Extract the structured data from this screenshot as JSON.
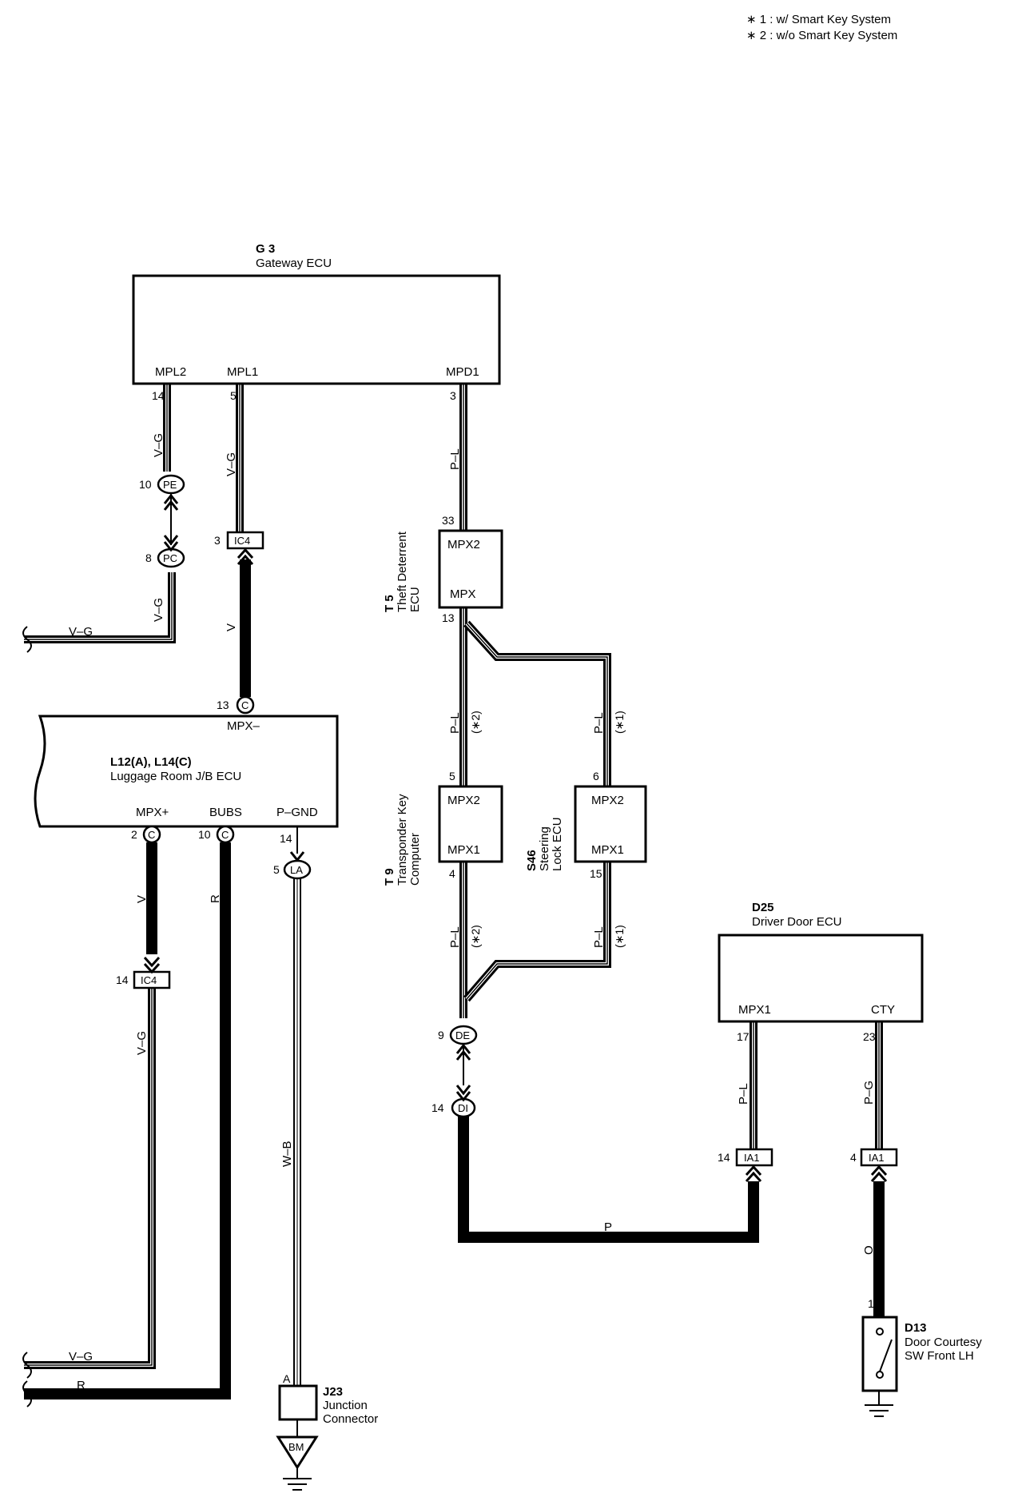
{
  "notes": [
    "∗ 1 : w/ Smart Key System",
    "∗ 2 : w/o Smart Key System"
  ],
  "components": {
    "g3": {
      "code": "G 3",
      "name": "Gateway ECU",
      "terminals": {
        "mpl2": "MPL2",
        "mpl1": "MPL1",
        "mpd1": "MPD1"
      }
    },
    "t5": {
      "code": "T 5",
      "name1": "Theft Deterrent",
      "name2": "ECU",
      "terminals": {
        "mpx2": "MPX2",
        "mpx": "MPX"
      }
    },
    "l12": {
      "code": "L12(A), L14(C)",
      "name": "Luggage Room J/B ECU",
      "terminals": {
        "mpxminus": "MPX–",
        "mpxplus": "MPX+",
        "bubs": "BUBS",
        "pgnd": "P–GND"
      }
    },
    "t9": {
      "code": "T 9",
      "name1": "Transponder Key",
      "name2": "Computer",
      "terminals": {
        "mpx2": "MPX2",
        "mpx1": "MPX1"
      }
    },
    "s46": {
      "code": "S46",
      "name1": "Steering",
      "name2": "Lock ECU",
      "terminals": {
        "mpx2": "MPX2",
        "mpx1": "MPX1"
      }
    },
    "d25": {
      "code": "D25",
      "name": "Driver Door ECU",
      "terminals": {
        "mpx1": "MPX1",
        "cty": "CTY"
      }
    },
    "j23": {
      "code": "J23",
      "name1": "Junction",
      "name2": "Connector",
      "pin": "A"
    },
    "d13": {
      "code": "D13",
      "name1": "Door Courtesy",
      "name2": "SW Front LH",
      "pin": "1"
    }
  },
  "connectors": {
    "pe": "PE",
    "pc": "PC",
    "ic4": "IC4",
    "c": "C",
    "la": "LA",
    "de": "DE",
    "di": "DI",
    "ia1": "IA1",
    "bm": "BM"
  },
  "pins": {
    "p14": "14",
    "p5": "5",
    "p3": "3",
    "p10": "10",
    "p8": "8",
    "p33": "33",
    "p13": "13",
    "p2": "2",
    "p6": "6",
    "p4": "4",
    "p15": "15",
    "p9": "9",
    "p17": "17",
    "p23": "23",
    "p1": "1"
  },
  "wires": {
    "vg": "V–G",
    "v": "V",
    "pl": "P–L",
    "r": "R",
    "wb": "W–B",
    "p": "P",
    "pg": "P–G",
    "o": "O",
    "s1": "(∗1)",
    "s2": "(∗2)"
  }
}
